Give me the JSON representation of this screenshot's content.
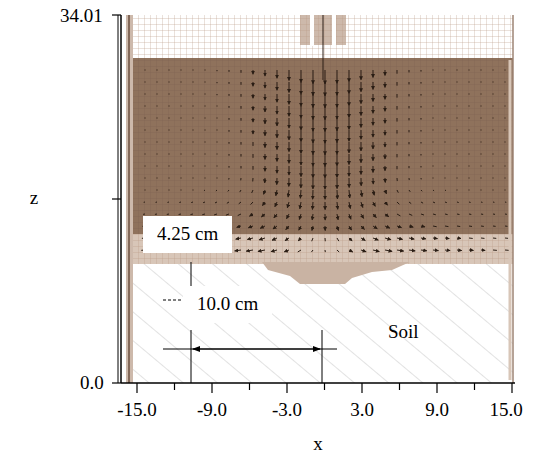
{
  "diagram": {
    "labels": [
      "34.01",
      "z",
      "4.25 cm",
      "10.0 cm",
      "Soil",
      "0.0",
      "-15.0",
      "-9.0",
      "-3.0",
      "3.0",
      "9.0",
      "15.0",
      "x"
    ]
  }
}
